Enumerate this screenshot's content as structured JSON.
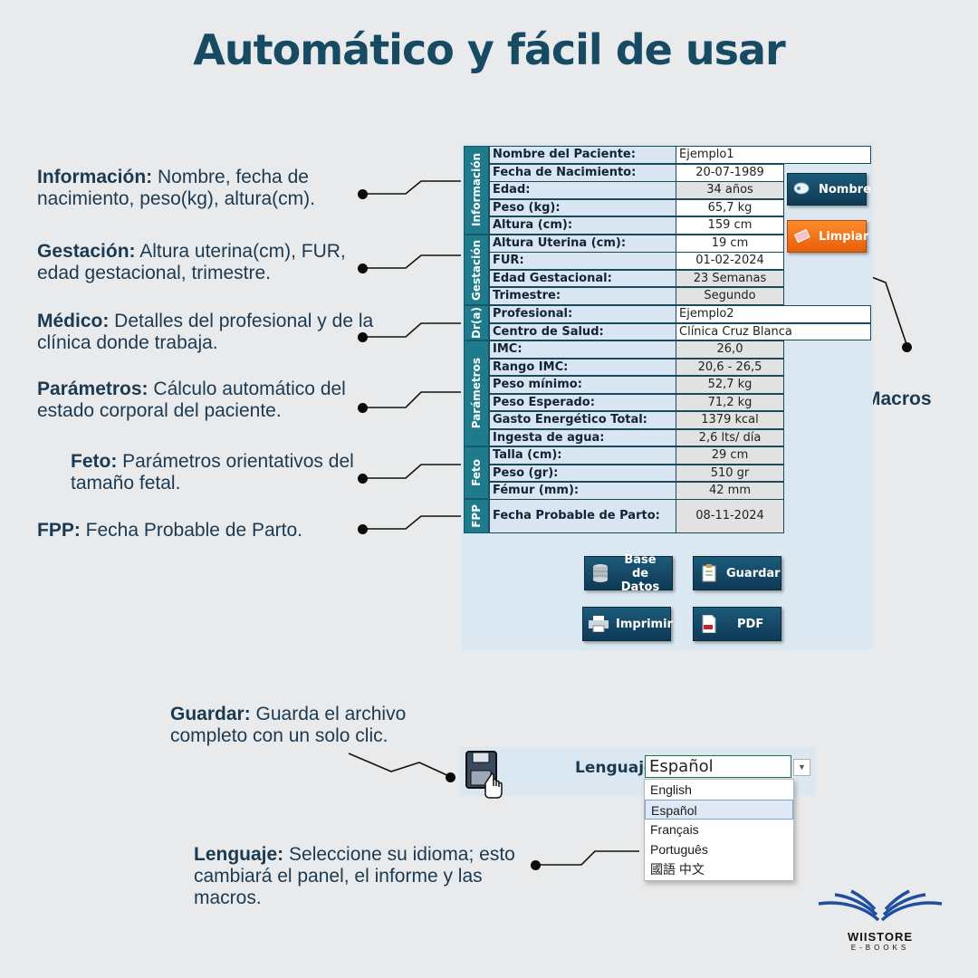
{
  "title": "Automático y fácil de usar",
  "annotations": {
    "informacion": {
      "bold": "Información:",
      "text": " Nombre, fecha de nacimiento, peso(kg), altura(cm)."
    },
    "gestacion": {
      "bold": "Gestación:",
      "text": " Altura uterina(cm), FUR, edad gestacional, trimestre."
    },
    "medico": {
      "bold": "Médico:",
      "text": " Detalles del profesional y de la clínica donde trabaja."
    },
    "parametros": {
      "bold": "Parámetros:",
      "text": " Cálculo automático del estado corporal del paciente."
    },
    "feto": {
      "bold": "Feto:",
      "text": " Parámetros orientativos del tamaño fetal."
    },
    "fpp": {
      "bold": "FPP:",
      "text": " Fecha Probable de Parto."
    },
    "guardar": {
      "bold": "Guardar:",
      "text": " Guarda el archivo completo con un solo clic."
    },
    "lenguaje": {
      "bold": "Lenguaje:",
      "text": " Seleccione su idioma; esto cambiará el panel, el informe y las macros."
    },
    "macros": "Macros"
  },
  "groups": {
    "informacion": "Información",
    "gestacion": "Gestación",
    "dr": "Dr(a)",
    "parametros": "Parámetros",
    "feto": "Feto",
    "fpp": "FPP"
  },
  "rows": [
    {
      "label": "Nombre del Paciente:",
      "value": "Ejemplo1"
    },
    {
      "label": "Fecha de Nacimiento:",
      "value": "20-07-1989"
    },
    {
      "label": "Edad:",
      "value": "34 años"
    },
    {
      "label": "Peso (kg):",
      "value": "65,7 kg"
    },
    {
      "label": "Altura (cm):",
      "value": "159 cm"
    },
    {
      "label": "Altura Uterina (cm):",
      "value": "19 cm"
    },
    {
      "label": "FUR:",
      "value": "01-02-2024"
    },
    {
      "label": "Edad Gestacional:",
      "value": "23 Semanas"
    },
    {
      "label": "Trimestre:",
      "value": "Segundo"
    },
    {
      "label": "Profesional:",
      "value": "Ejemplo2"
    },
    {
      "label": "Centro de Salud:",
      "value": "Clínica Cruz Blanca"
    },
    {
      "label": "IMC:",
      "value": "26,0"
    },
    {
      "label": "Rango IMC:",
      "value": "20,6 - 26,5"
    },
    {
      "label": "Peso mínimo:",
      "value": "52,7 kg"
    },
    {
      "label": "Peso Esperado:",
      "value": "71,2 kg"
    },
    {
      "label": "Gasto Energético Total:",
      "value": "1379 kcal"
    },
    {
      "label": "Ingesta de agua:",
      "value": "2,6 lts/ día"
    },
    {
      "label": "Talla (cm):",
      "value": "29 cm"
    },
    {
      "label": "Peso (gr):",
      "value": "510 gr"
    },
    {
      "label": "Fémur (mm):",
      "value": "42 mm"
    },
    {
      "label": "Fecha Probable de Parto:",
      "value": "08-11-2024"
    }
  ],
  "buttons": {
    "nombre": "Nombre",
    "limpiar": "Limpiar",
    "base_de_datos": "Base de Datos",
    "guardar": "Guardar",
    "imprimir": "Imprimir",
    "pdf": "PDF"
  },
  "language": {
    "label": "Lenguaje",
    "selected": "Español",
    "options": [
      "English",
      "Español",
      "Français",
      "Português",
      "國語 中文"
    ]
  },
  "brand": {
    "name": "WIISTORE",
    "sub": "E-BOOKS"
  }
}
